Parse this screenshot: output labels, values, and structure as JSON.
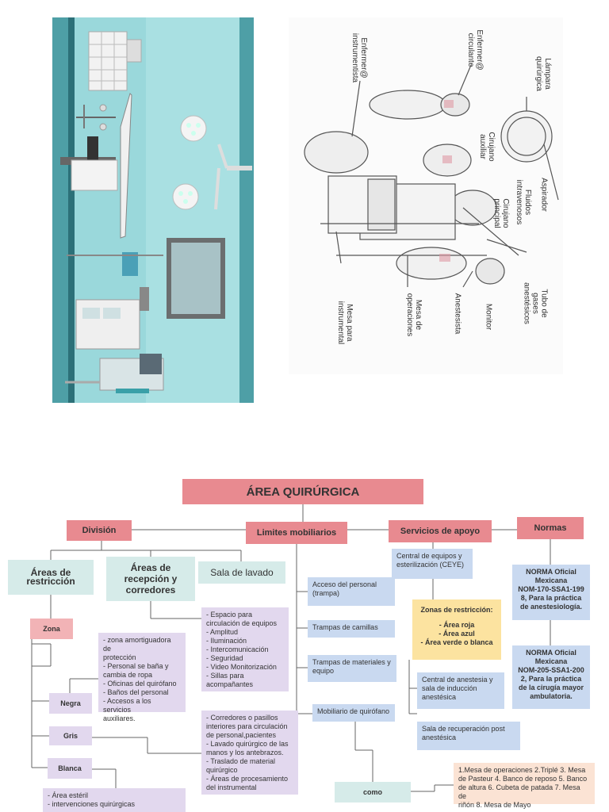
{
  "illustration_labels": {
    "lampara": "Lámpara\nquirúrgica",
    "enfermer_circulante": "Enfermer@\ncirculante",
    "enfermer_instrumentista": "Enfermer@\ninstrumentista",
    "cirujano_auxiliar": "Cirujano\nauxiliar",
    "cirujano_principal": "Cirujano\nprincipal",
    "fluidos": "Fluidos\nintravenosos",
    "aspirador": "Aspirador",
    "tubo_gases": "Tubo de\ngases\nanestésicos",
    "monitor": "Monitor",
    "anestesista": "Anestesista",
    "mesa_operaciones": "Mesa de\noperaciones",
    "mesa_instrumental": "Mesa para\ninstrumental"
  },
  "map": {
    "title": "ÁREA QUIRÚRGICA",
    "division": "División",
    "limites": "Limites mobiliarios",
    "servicios": "Servicios de apoyo",
    "normas": "Normas",
    "areas_restriccion": "Áreas de\nrestricción",
    "areas_recepcion": "Áreas de\nrecepción y\ncorredores",
    "sala_lavado": "Sala de lavado",
    "zona": "Zona",
    "negra": "Negra",
    "gris": "Gris",
    "blanca": "Blanca",
    "negra_desc": "- zona amortiguadora de\nprotección\n- Personal se baña y\ncambia de ropa\n- Oficinas del quirófano\n- Baños del personal\n- Accesos a los servicios\nauxiliares.",
    "recepcion_desc": "- Espacio para\ncirculación de equipos\n- Amplitud\n- Iluminación\n- Intercomunicación\n- Seguridad\n- Video Monitorización\n- Sillas para\nacompañantes",
    "gris_desc": "- Corredores o pasillos\ninteriores para circulación\nde personal,pacientes\n- Lavado quirúrgico de las\nmanos y los antebrazos.\n- Traslado de material\nquirúrgico\n- Áreas de procesamiento\ndel instrumental",
    "blanca_desc": "- Área estéril\n- intervenciones quirúrgicas",
    "acceso_personal": "Acceso del personal\n(trampa)",
    "trampas_camillas": "Trampas de camillas",
    "trampas_materiales": "Trampas de materiales y\nequipo",
    "mobiliario": "Mobiliario de quirófano",
    "como": "como",
    "mobiliario_list": "1.Mesa de operaciones 2.Triplé 3. Mesa\nde Pasteur 4. Banco de reposo 5. Banco\nde altura 6. Cubeta de patada 7. Mesa de\nriñón 8. Mesa de Mayo",
    "ceye": "Central de equipos y\nesterilización (CEYE)",
    "zonas_title": "Zonas de restricción:",
    "zonas_list": "- Área roja\n- Área azul\n- Área verde o blanca",
    "central_anestesia": "Central de anestesia y\nsala de inducción\nanestésica",
    "sala_recuperacion": "Sala de recuperación post\nanestésica",
    "norma1": "NORMA Oficial\nMexicana\nNOM-170-SSA1-199\n8, Para la práctica\nde anestesiología.",
    "norma2": "NORMA Oficial\nMexicana\nNOM-205-SSA1-200\n2, Para la práctica\nde la cirugía mayor\nambulatoria."
  }
}
